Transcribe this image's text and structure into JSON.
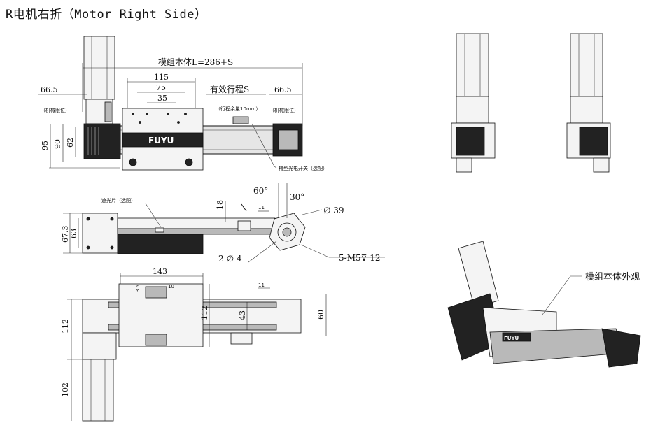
{
  "title": "R电机右折（Motor Right Side）",
  "front": {
    "total_length": "模组本体L=286+S",
    "d115": "115",
    "d75": "75",
    "d35": "35",
    "d66l": "66.5",
    "d66r": "66.5",
    "stroke": "有效行程S",
    "limit_left": "（机械限位）",
    "limit_right": "（机械限位）",
    "margin": "（行程余量10mm）",
    "d95": "95",
    "d90": "90",
    "d62": "62",
    "switch_label": "槽型光电开关（选配）",
    "logo": "FUYU"
  },
  "top": {
    "d67": "67.3",
    "d63": "63",
    "shutter_label": "遮光片（选配）",
    "d18": "18",
    "d11": "11",
    "a60": "60°",
    "a30": "30°",
    "dia39": "∅ 39",
    "holes": "2-∅ 4",
    "thread": "5-M5⊽ 12"
  },
  "bottom": {
    "d143": "143",
    "d112l": "112",
    "d102": "102",
    "d112m": "112",
    "d43": "43",
    "d60": "60",
    "d11": "11",
    "d35": "3.5",
    "d10": "10"
  },
  "iso": {
    "label": "模组本体外观",
    "logo": "FUYU"
  }
}
